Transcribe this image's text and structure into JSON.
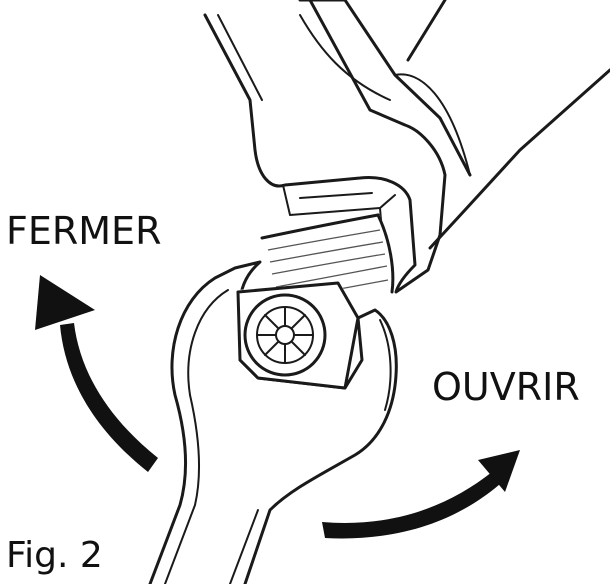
{
  "labels": {
    "close": "FERMER",
    "open": "OUVRIR"
  },
  "caption": "Fig. 2",
  "colors": {
    "ink": "#111111",
    "background": "#ffffff"
  }
}
